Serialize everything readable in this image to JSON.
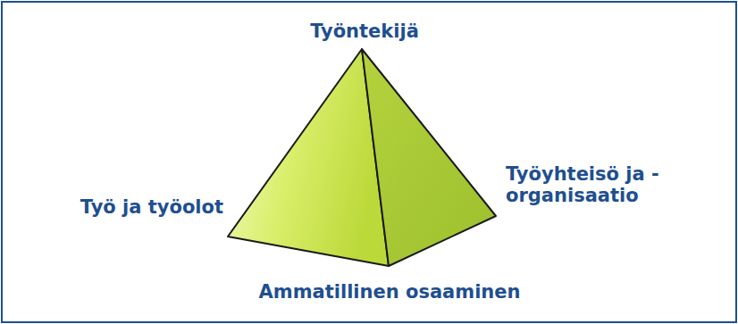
{
  "diagram": {
    "labels": [
      "Työntekijä",
      "Työ ja työolot",
      "Työyhteisö ja -organisaatio",
      "Ammatillinen osaaminen"
    ]
  }
}
